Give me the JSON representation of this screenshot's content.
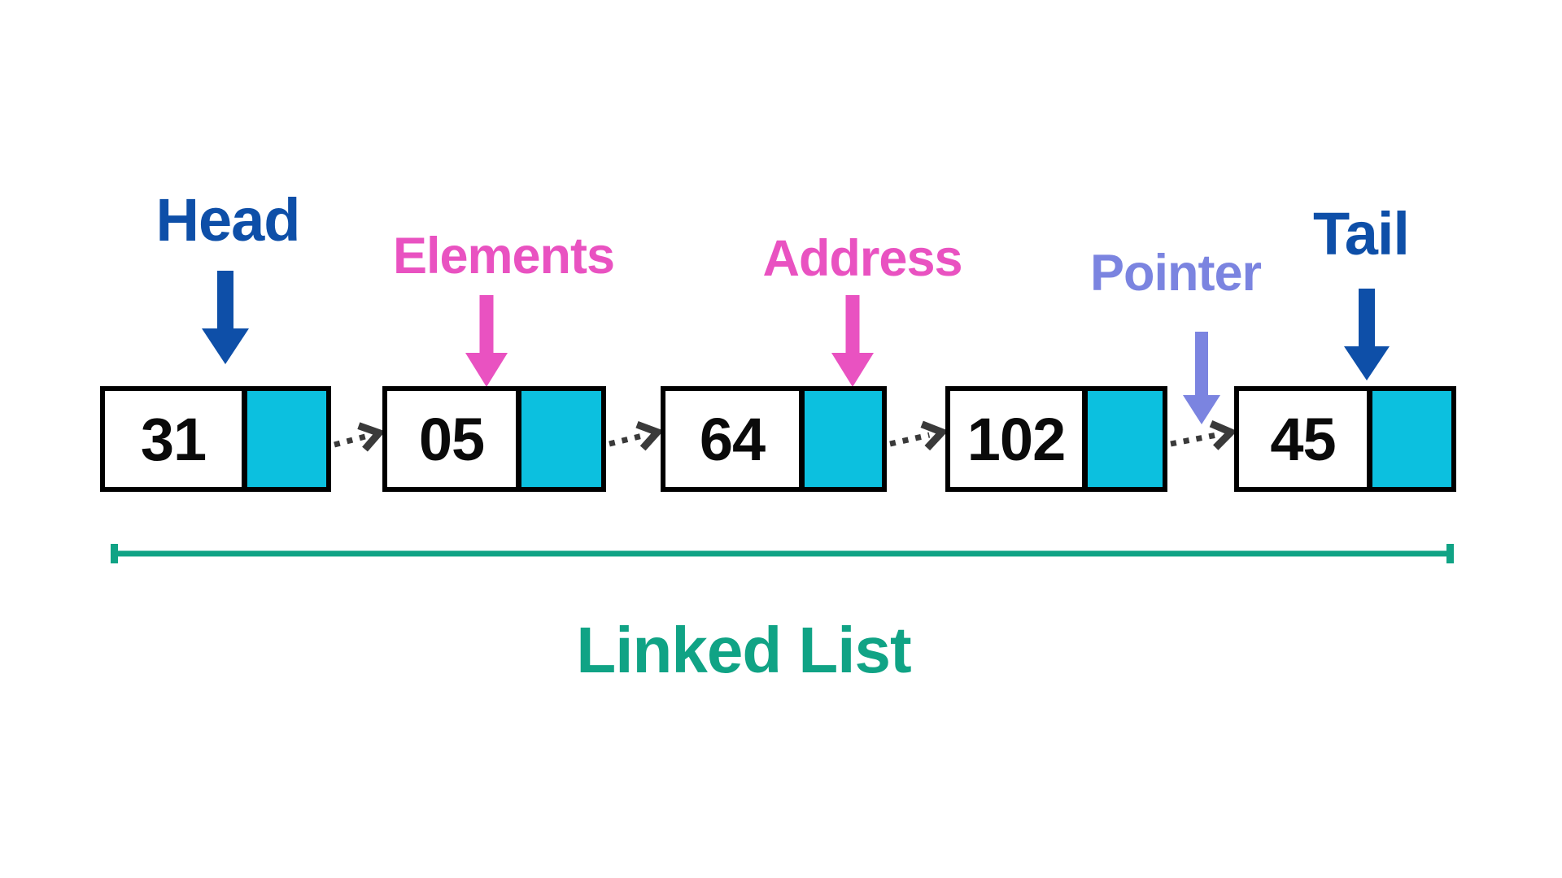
{
  "title": "Linked List",
  "labels": {
    "head": "Head",
    "elements": "Elements",
    "address": "Address",
    "pointer": "Pointer",
    "tail": "Tail"
  },
  "nodes": [
    {
      "value": "31"
    },
    {
      "value": "05"
    },
    {
      "value": "64"
    },
    {
      "value": "102"
    },
    {
      "value": "45"
    }
  ],
  "colors": {
    "head_tail": "#0e4fa8",
    "elements_address": "#e952c1",
    "pointer": "#7b84e0",
    "address_cell": "#0cc0df",
    "node_border": "#000000",
    "value_text": "#0a0a0a",
    "link_arrow": "#3a3a3a",
    "bracket": "#10a385",
    "title": "#10a385",
    "background": "#ffffff"
  }
}
